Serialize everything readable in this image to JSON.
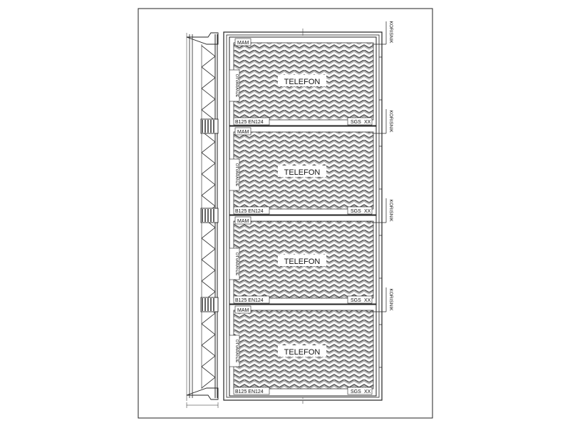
{
  "drawing": {
    "title": "",
    "panel_count": 4,
    "panels": [
      {
        "top_left": "MAM",
        "center": "TELEFON",
        "side": "OTVARANJE",
        "bottom_left": "B125 EN124",
        "bottom_right": "SGS",
        "bottom_right_box": "XX",
        "callout": "KORISNIK"
      },
      {
        "top_left": "MAM",
        "center": "TELEFON",
        "side": "OTVARANJE",
        "bottom_left": "B125 EN124",
        "bottom_right": "SGS",
        "bottom_right_box": "XX",
        "callout": "KORISNIK"
      },
      {
        "top_left": "MAM",
        "center": "TELEFON",
        "side": "OTVARANJE",
        "bottom_left": "B125 EN124",
        "bottom_right": "SGS",
        "bottom_right_box": "XX",
        "callout": "KORISNIK"
      },
      {
        "top_left": "MAM",
        "center": "TELEFON",
        "side": "OTVARANJE",
        "bottom_left": "B125 EN124",
        "bottom_right": "SGS",
        "bottom_right_box": "XX",
        "callout": "KORISNIK"
      }
    ],
    "colors": {
      "line": "#222222",
      "pattern": "#555555",
      "background": "#ffffff"
    }
  }
}
